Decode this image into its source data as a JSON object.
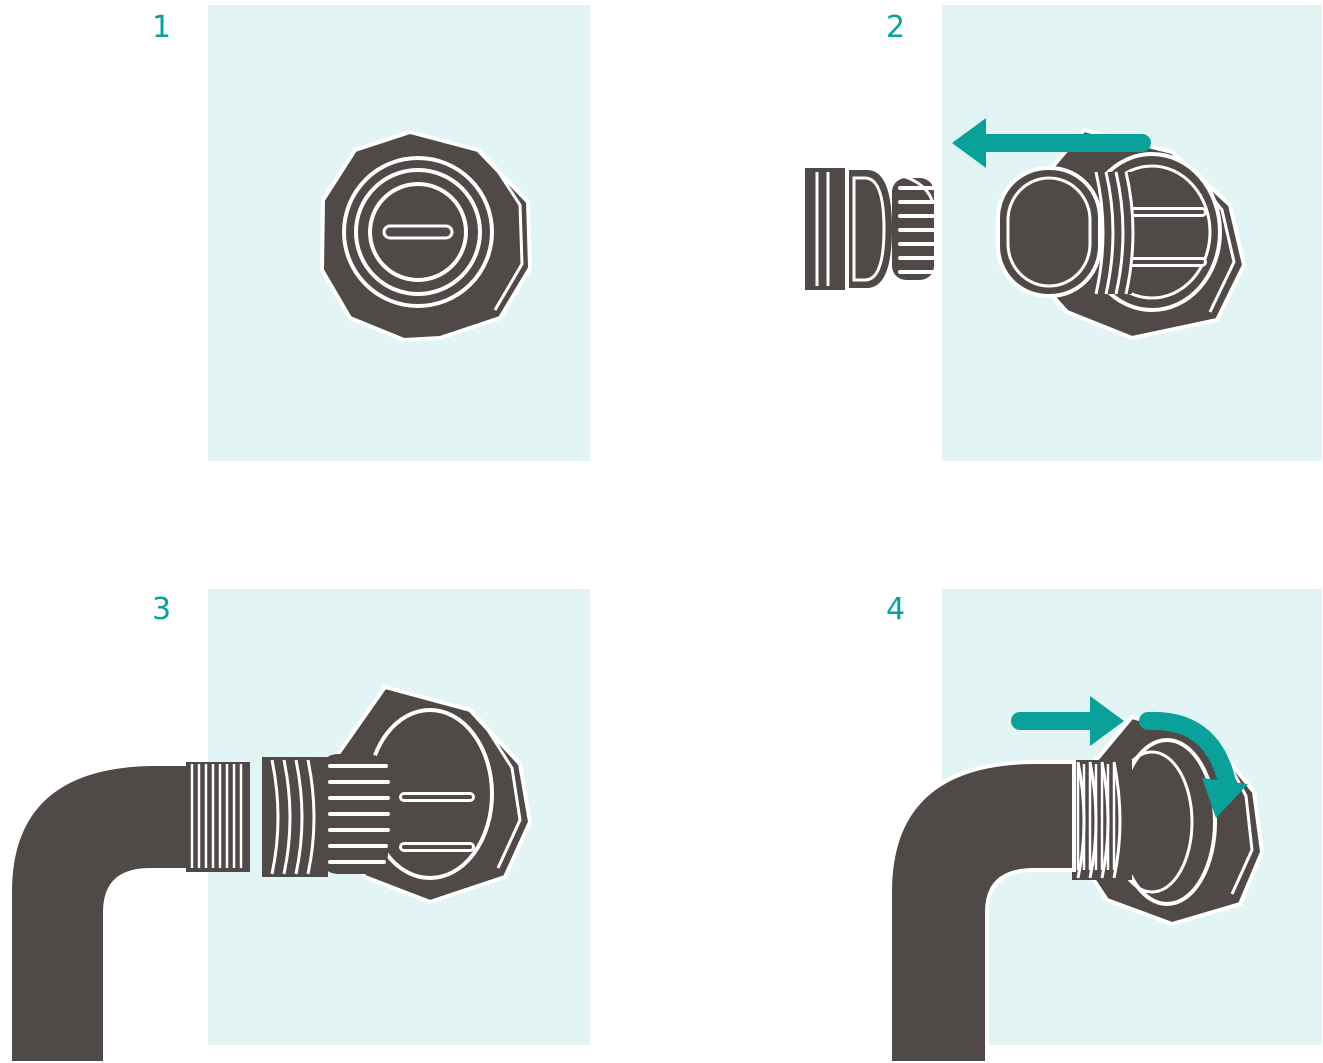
{
  "colors": {
    "panel": "#e3f4f4",
    "dark": "#4f4947",
    "accent": "#0aa19a",
    "line": "#ffffff"
  },
  "steps": [
    {
      "number": "1",
      "icons": [
        "wall-panel",
        "capped-outlet-icon"
      ]
    },
    {
      "number": "2",
      "icons": [
        "wall-panel",
        "removed-cap-icon",
        "threaded-outlet-icon",
        "left-arrow-icon"
      ]
    },
    {
      "number": "3",
      "icons": [
        "wall-panel",
        "elbow-hose-icon",
        "threaded-outlet-icon"
      ]
    },
    {
      "number": "4",
      "icons": [
        "wall-panel",
        "elbow-hose-icon",
        "connected-outlet-icon",
        "right-arrow-icon",
        "rotate-arrow-icon"
      ]
    }
  ]
}
